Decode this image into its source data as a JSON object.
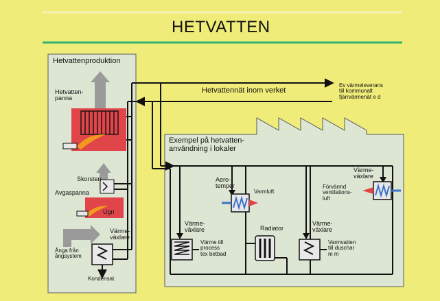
{
  "colors": {
    "background": "#f0ec7a",
    "accent_line": "#2db36a",
    "panel_fill": "#dde6d3",
    "boiler_red": "#e0454a",
    "smoke_grey": "#9a9a9a",
    "pipe_black": "#111111",
    "hx_blue": "#3a72c9"
  },
  "header": {
    "title": "HETVATTEN"
  },
  "production": {
    "heading": "Hetvattenproduktion",
    "boiler_label": "Hetvatten-\npanna",
    "chimney_label": "Skorsten",
    "exhaust_boiler_label": "Avgaspanna",
    "furnace_label": "Ugn",
    "hx_label": "Värme-\nväxlare",
    "steam_label": "Ånga från\nångsystem",
    "condensate_label": "Kondensat"
  },
  "network": {
    "label": "Hetvattennät inom verket",
    "export_label": "Ev värmeleverans\ntill kommunalt\nfjärrvärmenät e d"
  },
  "usage": {
    "heading": "Exempel på hetvatten-\nanvändning i lokaler",
    "aerotemper_label": "Aero-\ntemper",
    "warm_air_label": "Varmluft",
    "hx_right_label": "Värme-\nväxlare",
    "preheated_label": "Förvärmd\nventilations-\nluft",
    "radiator_label": "Radiator",
    "hx_process_label": "Värme-\nväxlare",
    "process_label": "Värme till\nprocess\ntex betbad",
    "hx_shower_label": "Värme-\nväxlare",
    "shower_label": "Varmvatten\ntill duschar\nm m"
  }
}
